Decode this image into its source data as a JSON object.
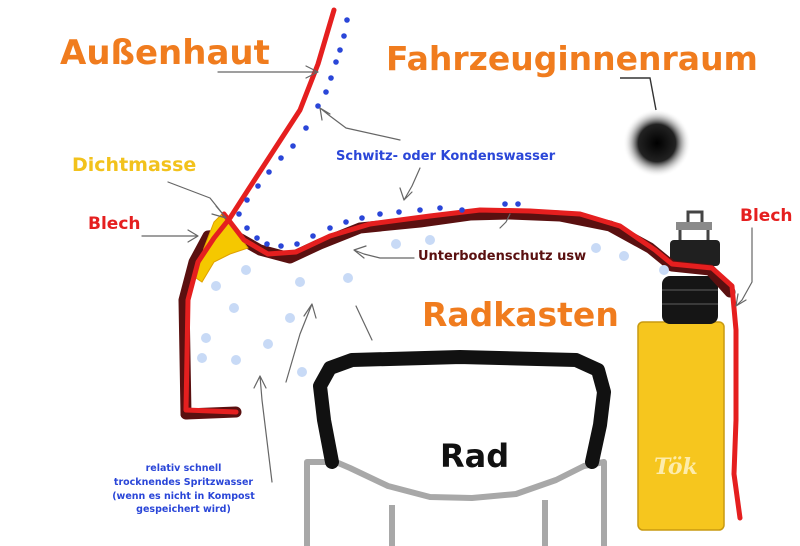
{
  "labels": {
    "aussenhaut": "Außenhaut",
    "innenraum": "Fahrzeuginnenraum",
    "dichtmasse": "Dichtmasse",
    "blech_left": "Blech",
    "blech_right": "Blech",
    "schwitzwasser": "Schwitz- oder Kondenswasser",
    "unterbodenschutz": "Unterbodenschutz usw",
    "radkasten": "Radkasten",
    "rad": "Rad",
    "spritzwasser_line1": "relativ schnell",
    "spritzwasser_line2": "trocknendes Spritzwasser",
    "spritzwasser_line3": "(wenn es nicht in Kompost",
    "spritzwasser_line4": "gespeichert wird)",
    "signature": "Tök"
  },
  "colors": {
    "orange": "#f07c1e",
    "red": "#e51f1f",
    "dark_red": "#5a1010",
    "blue": "#2a46d8",
    "light_blue": "#c8daf6",
    "yellow": "#f2c21c",
    "dichtmasse_yellow": "#f5c800",
    "black": "#111111",
    "gray": "#a8a8a8",
    "shock_yellow": "#f6c61e"
  }
}
